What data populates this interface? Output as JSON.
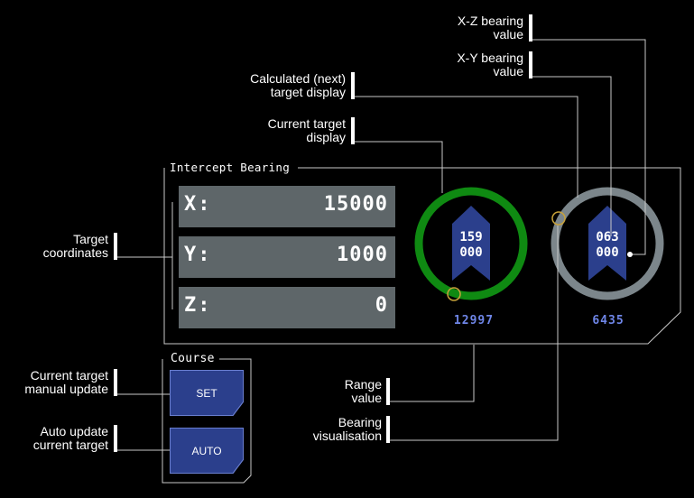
{
  "callouts": {
    "xz_bearing": "X-Z bearing\nvalue",
    "xy_bearing": "X-Y bearing\nvalue",
    "calculated_target": "Calculated (next)\ntarget display",
    "current_target": "Current target\ndisplay",
    "target_coordinates": "Target\ncoordinates",
    "manual_update": "Current target\nmanual update",
    "auto_update": "Auto update\ncurrent target",
    "range_value": "Range\nvalue",
    "bearing_visualisation": "Bearing\nvisualisation"
  },
  "intercept_panel": {
    "title": "Intercept Bearing",
    "coordinates": [
      {
        "label": "X:",
        "value": "15000"
      },
      {
        "label": "Y:",
        "value": "1000"
      },
      {
        "label": "Z:",
        "value": "0"
      }
    ]
  },
  "course_panel": {
    "title": "Course",
    "set_label": "SET",
    "auto_label": "AUTO"
  },
  "current_dial": {
    "xy": "159",
    "xz": "000",
    "range": "12997",
    "ring_color": "#0f8a12"
  },
  "calculated_dial": {
    "xy": "063",
    "xz": "000",
    "range": "6435",
    "ring_color": "#7c868b"
  },
  "colors": {
    "chevron": "#2b3f8c",
    "range_text": "#6f86e8",
    "marker": "#c8a23a",
    "field_bg": "#5e6669"
  }
}
